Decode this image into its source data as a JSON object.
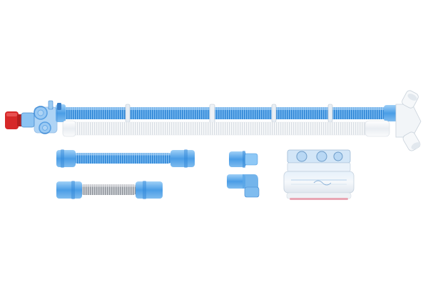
{
  "scene": {
    "subject": "breathing-circuit-kit",
    "components": [
      "red-end-cap",
      "y-connector-manifold",
      "blue-corrugated-limb",
      "white-corrugated-limb",
      "y-piece",
      "short-blue-hose",
      "short-grey-hose",
      "straight-connector",
      "elbow-connector",
      "filter-housing"
    ],
    "colors": {
      "background": "#ffffff",
      "blue_tube": "#3f9ae6",
      "blue_tube_light": "#8ec8f6",
      "white_tube": "#f4f6f8",
      "connector_blue": "#5aa7e8",
      "cap_red": "#d62828",
      "grey_hose": "#b8bcc2"
    }
  }
}
